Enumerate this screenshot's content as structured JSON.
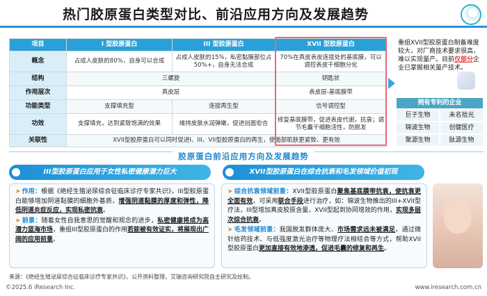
{
  "title": "热门胶原蛋白类型对比、前沿应用方向及发展趋势",
  "table": {
    "headers": [
      "项目",
      "I 型胶原蛋白",
      "III 型胶原蛋白",
      "XVII 型胶原蛋白"
    ],
    "rows": [
      {
        "label": "概念",
        "c1": "占成人皮肤的80%，自身可以合成",
        "c2": "占成人皮肤的15%，私密黏膜部位占50%+，自身无法合成",
        "c3": "70%在真皮表皮连接处的基底膜，可以调控表皮干细胞分化"
      },
      {
        "label": "结构",
        "c12": "三螺旋",
        "c3": "钥匙状"
      },
      {
        "label": "作用层次",
        "c12": "真皮层",
        "c3": "表皮层-基底膜带"
      },
      {
        "label": "功能类型",
        "c1": "支撑填充型",
        "c2": "连接再生型",
        "c3": "信号调控型"
      },
      {
        "label": "功效",
        "c1": "支撑填充，达到紧致饱满的效果",
        "c2": "维持皮肤水润弹嫩，促进创面愈合",
        "c3": "修复基底膜带，促进表皮代谢，抗衰；调节毛囊干细胞活性，防脱发"
      },
      {
        "label": "关联性",
        "c123": "XVII型胶原蛋白可以同时促进I、III、VII型胶原蛋白的再生，使面部肌肤更紧致、更有效"
      }
    ]
  },
  "sidenote": {
    "part1": "重组XVII型胶原蛋白制备难度较大，对厂商技术要求很高，难以实现量产。目前",
    "highlight": "仅部分",
    "part2": "企业已掌握相关量产技术。"
  },
  "companies": {
    "title": "拥有专利的企业",
    "items": [
      "巨子生物",
      "未名拾光",
      "锦波生物",
      "创健医疗",
      "聚源生物",
      "肽源生物"
    ]
  },
  "section_title": "胶原蛋白前沿应用方向及发展趋势",
  "left": {
    "banner": "III型胶原蛋白应用于女性私密健康潜力巨大",
    "p1_label": "作用：",
    "p1_a": "根据《绝经生殖泌尿综合征临床诊疗专家共识》，III型胶原蛋白能够增加阴道黏膜的细胞外基质，",
    "p1_em": "增强阴道黏膜的厚度和弹性，降低阴道炎症反应，实现私密抗衰",
    "p1_b": "。",
    "p2_label": "前景：",
    "p2_a": "随着女性自我意思的觉醒和观念的进步，",
    "p2_em1": "私密健康将成为高潜力蓝海市场",
    "p2_b": "，重组III型胶原蛋白的作用",
    "p2_em2": "若能被有效证实，将展现出广阔的应用前景",
    "p2_c": "。"
  },
  "right": {
    "banner": "XVII型胶原蛋白在综合抗衰和毛发领域价值初现",
    "p1_label": "综合抗衰领域前景：",
    "p1_a": "XVII型胶原蛋白",
    "p1_em1": "聚焦基底膜带抗衰，使抗衰更全面有效",
    "p1_b": "，可采用",
    "p1_em2": "联合手段",
    "p1_c": "进行治疗，如：锦波生物推出的III+XVII型疗法，III型增加真皮胶原含量，XVII型起到协同增效的作用，",
    "p1_em3": "实现多层次综合抗衰",
    "p1_d": "。",
    "p2_label": "毛发领域前景：",
    "p2_a": "我国脱发群体庞大、",
    "p2_em1": "市场需求远未被满足",
    "p2_b": "，通过微针给药技术、与低强度激光治疗等物理疗法相结合等方式，帮助XVII型胶原蛋白",
    "p2_em2": "更加直接有效地渗透，促进毛囊的修复和再生",
    "p2_c": "。"
  },
  "source": "来源：《绝经生殖泌尿综合征临床诊疗专家共识》，公开资料整理，艾瑞咨询研究院自主研究及绘制。",
  "footer_left": "©2025.6 iResearch Inc.",
  "footer_right": "www.iresearch.com.cn",
  "colors": {
    "accent": "#2c8fd6",
    "highlight_box": "#e8687a",
    "header": "#2aa0d8"
  }
}
